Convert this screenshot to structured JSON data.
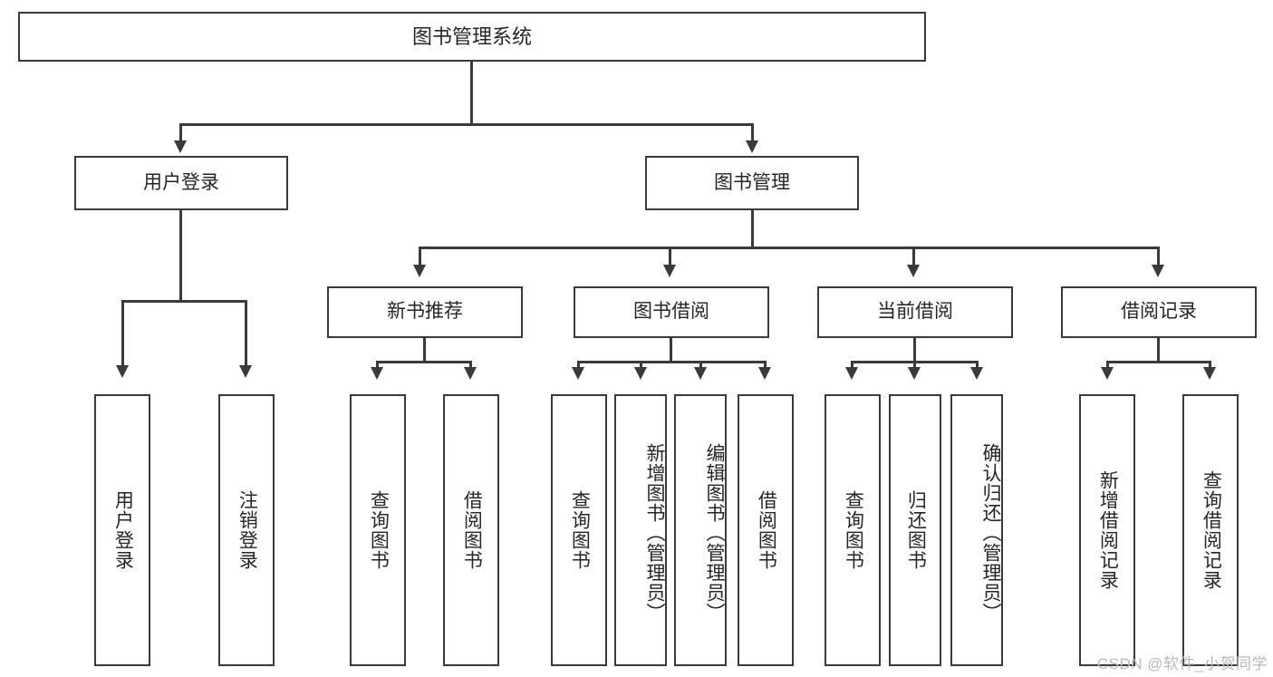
{
  "diagram": {
    "title": "图书管理系统",
    "type": "hierarchy-tree",
    "watermark": "CSDN @软件_小贺同学",
    "colors": {
      "stroke": "#3a3a3a",
      "text": "#262626",
      "background": "#ffffff",
      "watermark": "#b9b9b9"
    },
    "levels": {
      "root": {
        "label": "图书管理系统"
      },
      "level2": [
        {
          "label": "用户登录"
        },
        {
          "label": "图书管理"
        }
      ],
      "level3": [
        {
          "label": "新书推荐"
        },
        {
          "label": "图书借阅"
        },
        {
          "label": "当前借阅"
        },
        {
          "label": "借阅记录"
        }
      ],
      "leaves": [
        {
          "label": "用户登录",
          "parent": "用户登录"
        },
        {
          "label": "注销登录",
          "parent": "用户登录"
        },
        {
          "label": "查询图书",
          "parent": "新书推荐"
        },
        {
          "label": "借阅图书",
          "parent": "新书推荐"
        },
        {
          "label": "查询图书",
          "parent": "图书借阅"
        },
        {
          "label": "新增图书（管理员）",
          "parent": "图书借阅"
        },
        {
          "label": "编辑图书（管理员）",
          "parent": "图书借阅"
        },
        {
          "label": "借阅图书",
          "parent": "图书借阅"
        },
        {
          "label": "查询图书",
          "parent": "当前借阅"
        },
        {
          "label": "归还图书",
          "parent": "当前借阅"
        },
        {
          "label": "确认归还（管理员）",
          "parent": "当前借阅"
        },
        {
          "label": "新增借阅记录",
          "parent": "借阅记录"
        },
        {
          "label": "查询借阅记录",
          "parent": "借阅记录"
        }
      ]
    }
  }
}
